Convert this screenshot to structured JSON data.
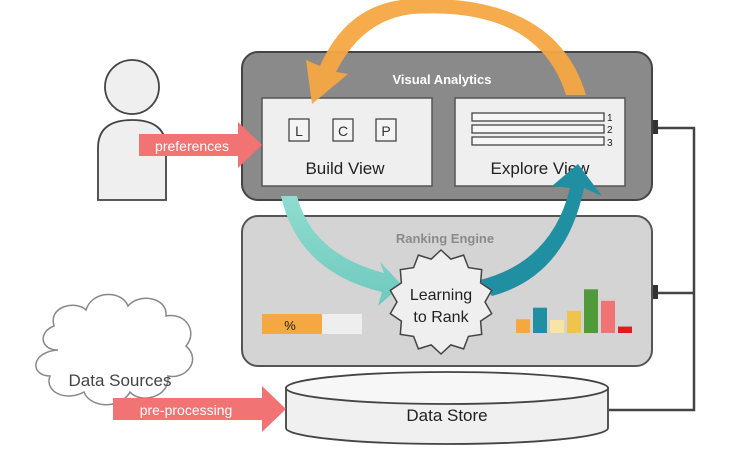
{
  "visual_analytics": {
    "title": "Visual Analytics",
    "build_view": {
      "label": "Build View",
      "buttons": [
        "L",
        "C",
        "P"
      ]
    },
    "explore_view": {
      "label": "Explore View",
      "rank_numbers": [
        "1",
        "2",
        "3"
      ]
    }
  },
  "ranking_engine": {
    "title": "Ranking Engine",
    "badge_line1": "Learning",
    "badge_line2": "to Rank",
    "progress_label": "%",
    "progress_fraction": 0.6,
    "mini_bars": [
      {
        "value": 0.3,
        "color": "#f5a742"
      },
      {
        "value": 0.55,
        "color": "#1f8fa1"
      },
      {
        "value": 0.28,
        "color": "#f8e5a6"
      },
      {
        "value": 0.48,
        "color": "#f0c44b"
      },
      {
        "value": 0.95,
        "color": "#4f9a3a"
      },
      {
        "value": 0.7,
        "color": "#f27373"
      },
      {
        "value": 0.14,
        "color": "#e01d1d"
      }
    ]
  },
  "user": {
    "arrow_label": "preferences"
  },
  "data_sources": {
    "label": "Data Sources",
    "arrow_label": "pre-processing"
  },
  "data_store": {
    "label": "Data Store"
  },
  "colors": {
    "accent_orange": "#f5a742",
    "accent_teal": "#1f8fa1",
    "accent_mint": "#8fdcd0",
    "arrow_salmon": "#f27373"
  }
}
